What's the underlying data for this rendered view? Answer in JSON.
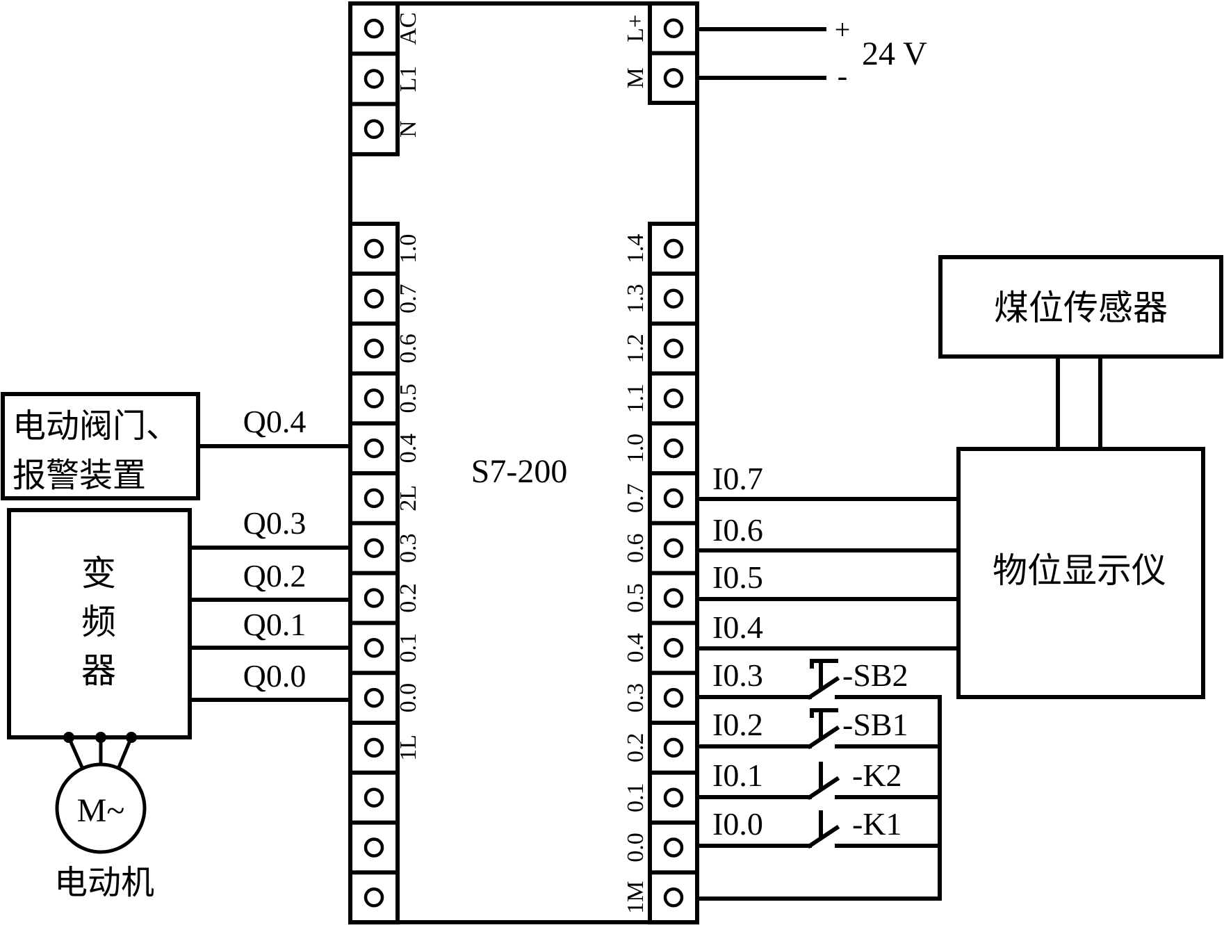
{
  "plc": {
    "model_label": "S7-200",
    "power_terminals_left": [
      "AC",
      "L1",
      "N"
    ],
    "power_terminals_right": [
      "L+",
      "M"
    ],
    "output_terminals": [
      "1.0",
      "0.7",
      "0.6",
      "0.5",
      "0.4",
      "2L",
      "0.3",
      "0.2",
      "0.1",
      "0.0",
      "1L",
      "",
      "",
      ""
    ],
    "input_terminals": [
      "1.4",
      "1.3",
      "1.2",
      "1.1",
      "1.0",
      "0.7",
      "0.6",
      "0.5",
      "0.4",
      "0.3",
      "0.2",
      "0.1",
      "0.0",
      "1M"
    ]
  },
  "supply": {
    "plus": "+",
    "minus": "-",
    "voltage": "24 V"
  },
  "outputs": {
    "valve_alarm": {
      "line1": "电动阀门、",
      "line2": "报警装置",
      "signal": "Q0.4"
    },
    "vfd": {
      "label_chars": [
        "变",
        "频",
        "器"
      ],
      "signals": [
        "Q0.3",
        "Q0.2",
        "Q0.1",
        "Q0.0"
      ]
    },
    "motor": {
      "symbol": "M~",
      "label": "电动机"
    }
  },
  "inputs": {
    "sensor": {
      "label": "煤位传感器"
    },
    "display": {
      "label": "物位显示仪",
      "signals": [
        "I0.7",
        "I0.6",
        "I0.5",
        "I0.4"
      ]
    },
    "switches": [
      {
        "signal": "I0.3",
        "device": "-SB2",
        "type": "pushbutton"
      },
      {
        "signal": "I0.2",
        "device": "-SB1",
        "type": "pushbutton"
      },
      {
        "signal": "I0.1",
        "device": "-K2",
        "type": "contact"
      },
      {
        "signal": "I0.0",
        "device": "-K1",
        "type": "contact"
      }
    ]
  }
}
